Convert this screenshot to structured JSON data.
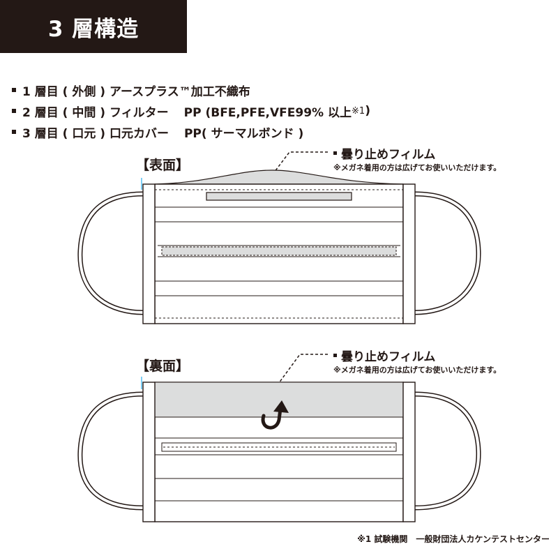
{
  "title": "3 層構造",
  "layers": [
    {
      "prefix": "1 層目 ( 外側 ) アースプラス™加工不織布",
      "material": "",
      "sup": ""
    },
    {
      "prefix": "2 層目 ( 中間 ) フィルター",
      "material": "PP (BFE,PFE,VFE99% 以上",
      "sup": "※1",
      "suffix": ")"
    },
    {
      "prefix": "3 層目 ( 口元 ) 口元カバー",
      "material": "PP( サーマルボンド )",
      "sup": "",
      "suffix": ""
    }
  ],
  "front": {
    "label": "【表面】",
    "callout_name": "曇り止めフィルム",
    "callout_note": "※メガネ着用の方は広げてお使いいただけます。"
  },
  "back": {
    "label": "【裏面】",
    "callout_name": "曇り止めフィルム",
    "callout_note": "※メガネ着用の方は広げてお使いいただけます。"
  },
  "footnote": "※1 試験機関　一般財団法人カケンテストセンター",
  "colors": {
    "title_bg": "#231815",
    "film_gray": "#dcdddd",
    "strip_gray": "#c9caca",
    "ear_cyan": "#7ecef4"
  }
}
